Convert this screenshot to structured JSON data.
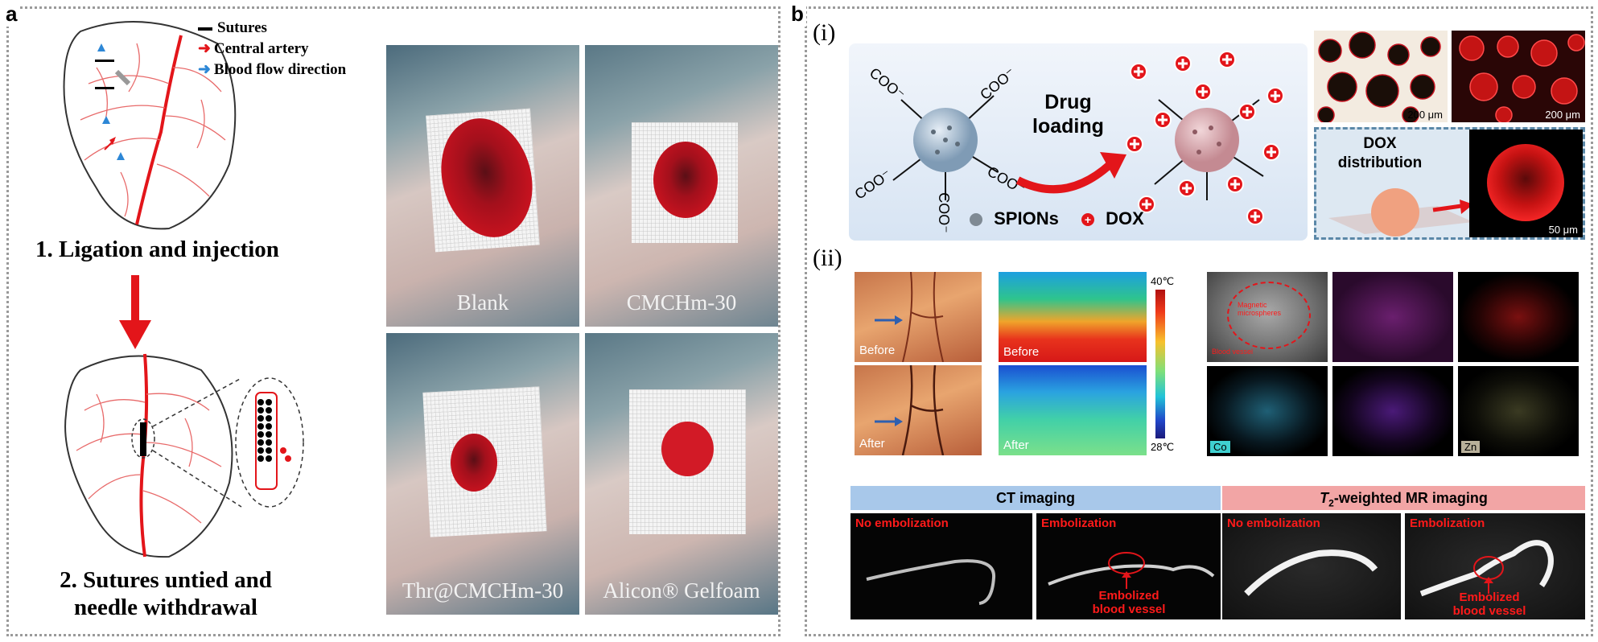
{
  "panel_a": {
    "letter": "a",
    "legend": [
      "Sutures",
      "Central artery",
      "Blood flow direction"
    ],
    "step1": "1. Ligation and injection",
    "step2_line1": "2. Sutures untied and",
    "step2_line2": "needle withdrawal",
    "photos": [
      "Blank",
      "CMCHm-30",
      "Thr@CMCHm-30",
      "Alicon® Gelfoam"
    ]
  },
  "panel_b": {
    "letter": "b",
    "sub_i": "(i)",
    "sub_ii": "(ii)",
    "drug_loading_line1": "Drug",
    "drug_loading_line2": "loading",
    "carboxyl": "COO⁻",
    "spions": "SPIONs",
    "dox": "DOX",
    "dox_distribution_line1": "DOX",
    "dox_distribution_line2": "distribution",
    "scale_200a": "200 μm",
    "scale_200b": "200 μm",
    "scale_50": "50 μm",
    "before": "Before",
    "after": "After",
    "temp_high": "40℃",
    "temp_low": "28℃",
    "sem_overlay_1": "Magnetic microspheres",
    "sem_overlay_2": "Blood vessel",
    "element_tags": [
      "Co",
      "Zn"
    ],
    "ct_header": "CT imaging",
    "mr_header": "-weighted MR imaging",
    "mr_t": "T",
    "mr_sub": "2",
    "no_embolization": "No embolization",
    "embolization": "Embolization",
    "embolized_line1": "Embolized",
    "embolized_line2": "blood vessel"
  },
  "colors": {
    "artery": "#e3151a",
    "flow": "#2d87d6",
    "blood": "#c5121f",
    "ct_header_bg": "#a8c8ea",
    "mr_header_bg": "#f2a5a5"
  }
}
